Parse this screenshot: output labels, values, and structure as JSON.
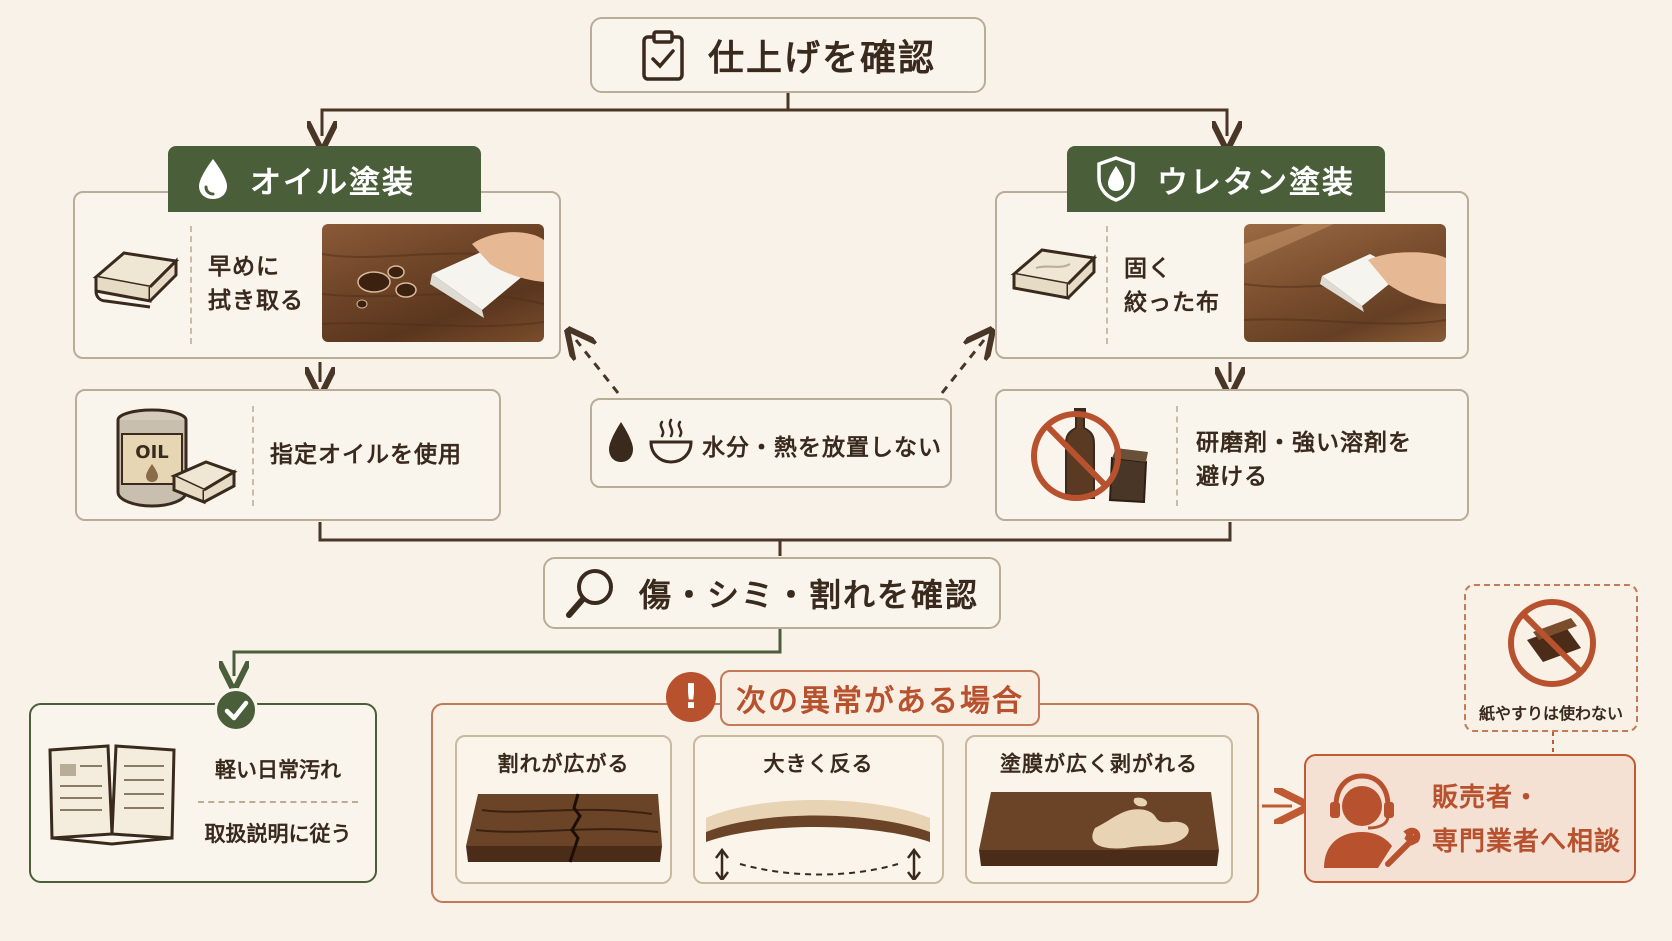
{
  "top": {
    "title": "仕上げを確認"
  },
  "oil": {
    "header": "オイル塗装",
    "wipe_line1": "早めに",
    "wipe_line2": "拭き取る",
    "use_oil": "指定オイルを使用",
    "can_label": "OIL"
  },
  "urethane": {
    "header": "ウレタン塗装",
    "cloth_line1": "固く",
    "cloth_line2": "絞った布",
    "avoid_line1": "研磨剤・強い溶剤を",
    "avoid_line2": "避ける"
  },
  "center": {
    "caution": "水分・熱を放置しない"
  },
  "inspect": {
    "title": "傷・シミ・割れを確認"
  },
  "light": {
    "line1": "軽い日常汚れ",
    "line2": "取扱説明に従う"
  },
  "abnormal": {
    "title": "次の異常がある場合",
    "items": [
      "割れが広がる",
      "大きく反る",
      "塗膜が広く剥がれる"
    ]
  },
  "no_sandpaper": "紙やすりは使わない",
  "consult": {
    "line1": "販売者・",
    "line2": "専門業者へ相談"
  },
  "colors": {
    "green": "#4a5e3a",
    "rust": "#b8512e",
    "border": "#b9ad98",
    "background": "#f8f2e8"
  }
}
